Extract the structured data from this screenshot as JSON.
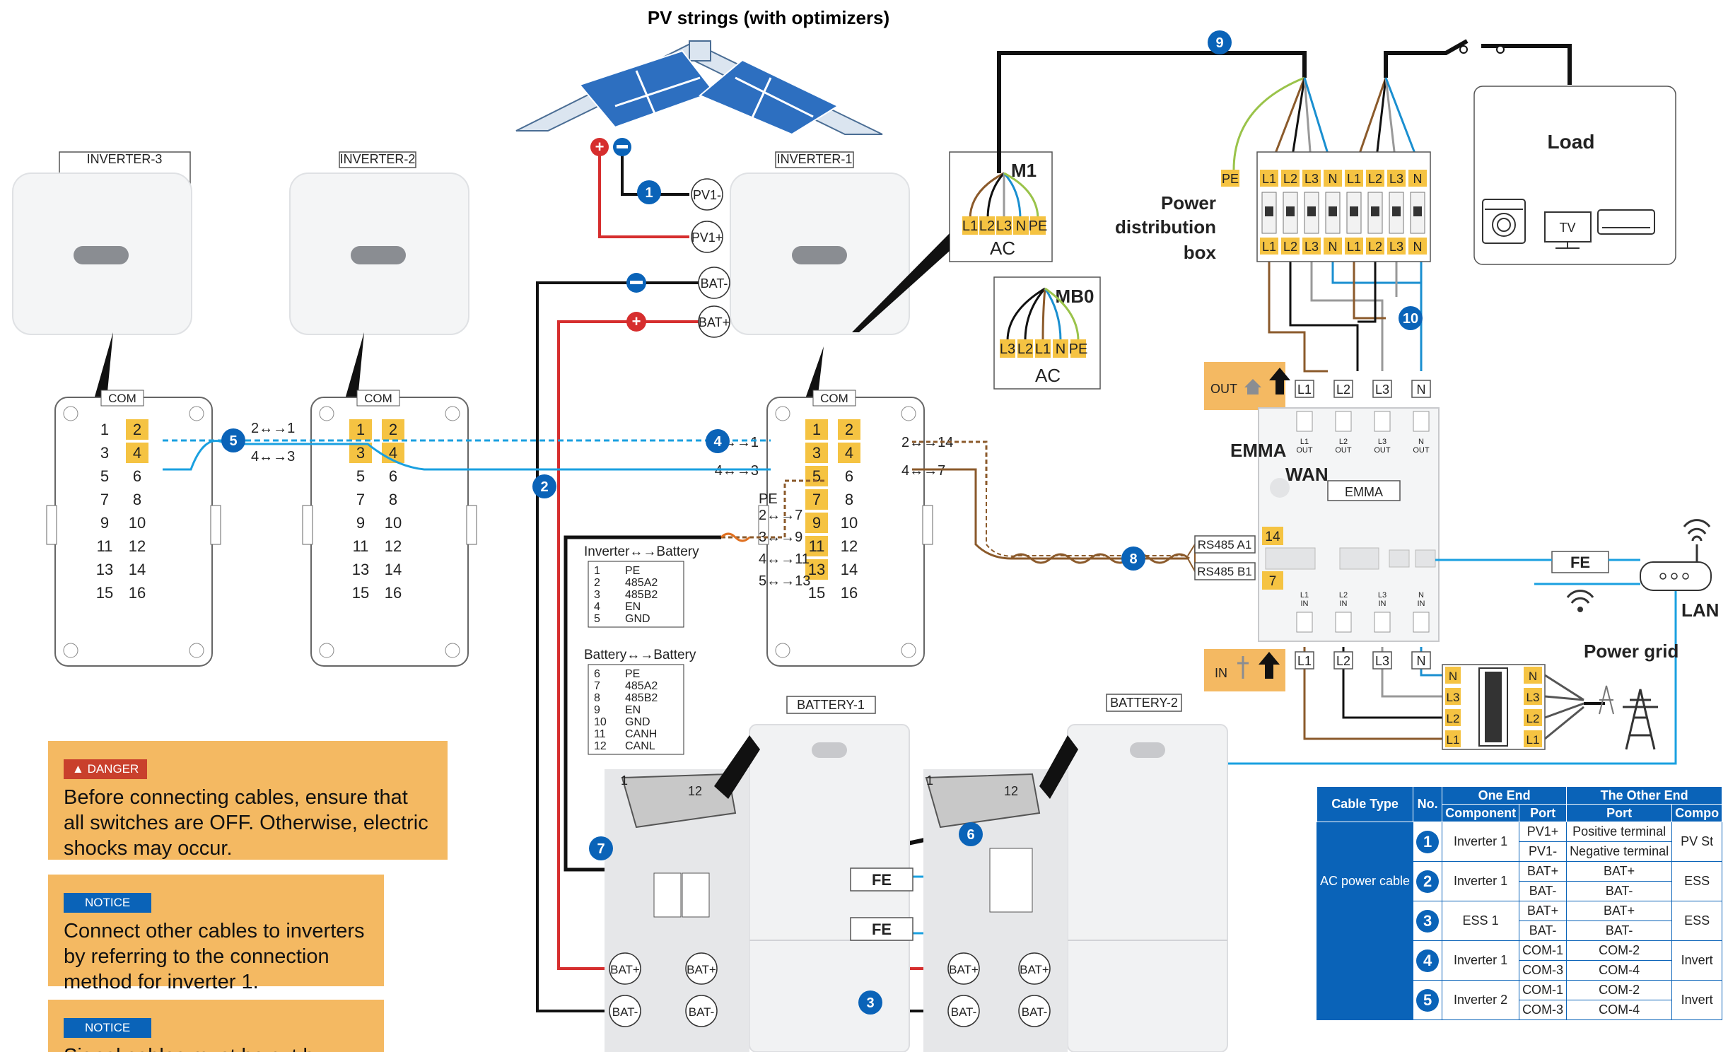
{
  "title": "PV strings (with optimizers)",
  "inverters": [
    "INVERTER-3",
    "INVERTER-2",
    "INVERTER-1"
  ],
  "com_label": "COM",
  "com_pins": [
    [
      "1",
      "2"
    ],
    [
      "3",
      "4"
    ],
    [
      "5",
      "6"
    ],
    [
      "7",
      "8"
    ],
    [
      "9",
      "10"
    ],
    [
      "11",
      "12"
    ],
    [
      "13",
      "14"
    ],
    [
      "15",
      "16"
    ]
  ],
  "mappings": {
    "inv3": [
      "2↔→1",
      "4↔→3"
    ],
    "inv1_left": [
      "2↔→1",
      "4↔→3"
    ],
    "inv1_right": [
      "2↔→14",
      "4↔→7"
    ],
    "inv1_pe": "PE",
    "inv1_lower": [
      "2↔→7",
      "3↔→9",
      "4↔→11",
      "5↔→13"
    ]
  },
  "terminals": {
    "pv_minus": "PV1-",
    "pv_plus": "PV1+",
    "bat_minus": "BAT-",
    "bat_plus": "BAT+",
    "bat_pos": "BAT+",
    "bat_neg": "BAT-"
  },
  "batteries": [
    "BATTERY-1",
    "BATTERY-2"
  ],
  "battery_ports": [
    "1",
    "12"
  ],
  "m1": {
    "name": "M1",
    "terms": [
      "L1",
      "L2",
      "L3",
      "N",
      "PE"
    ],
    "ac": "AC"
  },
  "mb0": {
    "name": "MB0",
    "terms": [
      "L3",
      "L2",
      "L1",
      "N",
      "PE"
    ],
    "ac": "AC"
  },
  "power_distribution_box": [
    "Power",
    "distribution",
    "box"
  ],
  "pdb_top_terms": [
    "PE",
    "L1",
    "L2",
    "L3",
    "N",
    "L1",
    "L2",
    "L3",
    "N"
  ],
  "pdb_bottom_terms": [
    "L1",
    "L2",
    "L3",
    "N",
    "L1",
    "L2",
    "L3",
    "N"
  ],
  "load": {
    "title": "Load",
    "tv": "TV"
  },
  "emma": {
    "label": "EMMA",
    "wan": "WAN",
    "name": "EMMA",
    "out_label": "OUT",
    "in_label": "IN",
    "out_terms": [
      "L1",
      "L2",
      "L3",
      "N"
    ],
    "in_terms": [
      "L1",
      "L2",
      "L3",
      "N"
    ],
    "out_ports": [
      "L1 OUT",
      "L2 OUT",
      "L3 OUT",
      "N OUT"
    ],
    "in_ports": [
      "L1 IN",
      "L2 IN",
      "L3 IN",
      "N IN"
    ],
    "rs485": [
      "RS485 A1",
      "RS485 B1"
    ],
    "rs485_pins": [
      "14",
      "7"
    ]
  },
  "fe_label": "FE",
  "lan_label": "LAN",
  "power_grid_label": "Power grid",
  "meter_terms": [
    "N",
    "L3",
    "L2",
    "L1"
  ],
  "inverter_battery": {
    "title": "Inverter↔→Battery",
    "rows": [
      [
        "1",
        "PE"
      ],
      [
        "2",
        "485A2"
      ],
      [
        "3",
        "485B2"
      ],
      [
        "4",
        "EN"
      ],
      [
        "5",
        "GND"
      ]
    ]
  },
  "battery_battery": {
    "title": "Battery↔→Battery",
    "rows": [
      [
        "6",
        "PE"
      ],
      [
        "7",
        "485A2"
      ],
      [
        "8",
        "485B2"
      ],
      [
        "9",
        "EN"
      ],
      [
        "10",
        "GND"
      ],
      [
        "11",
        "CANH"
      ],
      [
        "12",
        "CANL"
      ]
    ]
  },
  "markers": [
    "1",
    "2",
    "3",
    "4",
    "5",
    "6",
    "7",
    "8",
    "9",
    "10"
  ],
  "danger": {
    "tag": "DANGER",
    "text": "Before connecting cables, ensure that all switches are OFF. Otherwise, electric shocks may occur."
  },
  "notice1": {
    "tag": "NOTICE",
    "text": "Connect other cables to inverters by referring to the connection method for inverter 1."
  },
  "notice2": {
    "tag": "NOTICE",
    "text": "Signal cables must be cut by"
  },
  "table": {
    "headers": [
      "Cable Type",
      "No.",
      "One End",
      "The Other End"
    ],
    "subheaders": [
      "Component",
      "Port",
      "Port",
      "Compo"
    ],
    "ac_power": "AC power cable",
    "rows": [
      {
        "no": "1",
        "component": "Inverter 1",
        "ports": [
          "PV1+",
          "PV1-"
        ],
        "other_ports": [
          "Positive terminal",
          "Negative terminal"
        ],
        "other": "PV St"
      },
      {
        "no": "2",
        "component": "Inverter 1",
        "ports": [
          "BAT+",
          "BAT-"
        ],
        "other_ports": [
          "BAT+",
          "BAT-"
        ],
        "other": "ESS"
      },
      {
        "no": "3",
        "component": "ESS 1",
        "ports": [
          "BAT+",
          "BAT-"
        ],
        "other_ports": [
          "BAT+",
          "BAT-"
        ],
        "other": "ESS"
      },
      {
        "no": "4",
        "component": "Inverter 1",
        "ports": [
          "COM-1",
          "COM-3"
        ],
        "other_ports": [
          "COM-2",
          "COM-4"
        ],
        "other": "Invert"
      },
      {
        "no": "5",
        "component": "Inverter 2",
        "ports": [
          "COM-1",
          "COM-3"
        ],
        "other_ports": [
          "COM-2",
          "COM-4"
        ],
        "other": "Invert"
      }
    ]
  }
}
